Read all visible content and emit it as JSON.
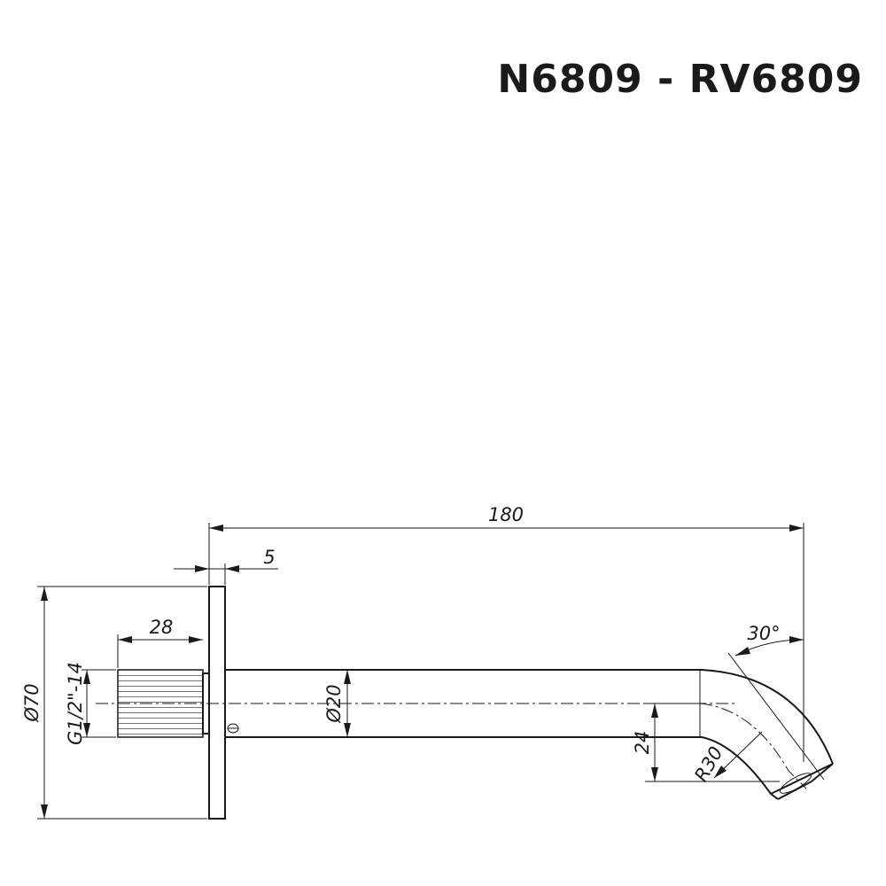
{
  "title": "N6809 - RV6809",
  "dimensions": {
    "overall_length": "180",
    "flange_thickness": "5",
    "thread_length": "28",
    "flange_diameter": "Ø70",
    "thread_spec": "G1/2\"-14",
    "pipe_diameter": "Ø20",
    "drop": "24",
    "bend_radius": "R30",
    "outlet_angle": "30°"
  }
}
